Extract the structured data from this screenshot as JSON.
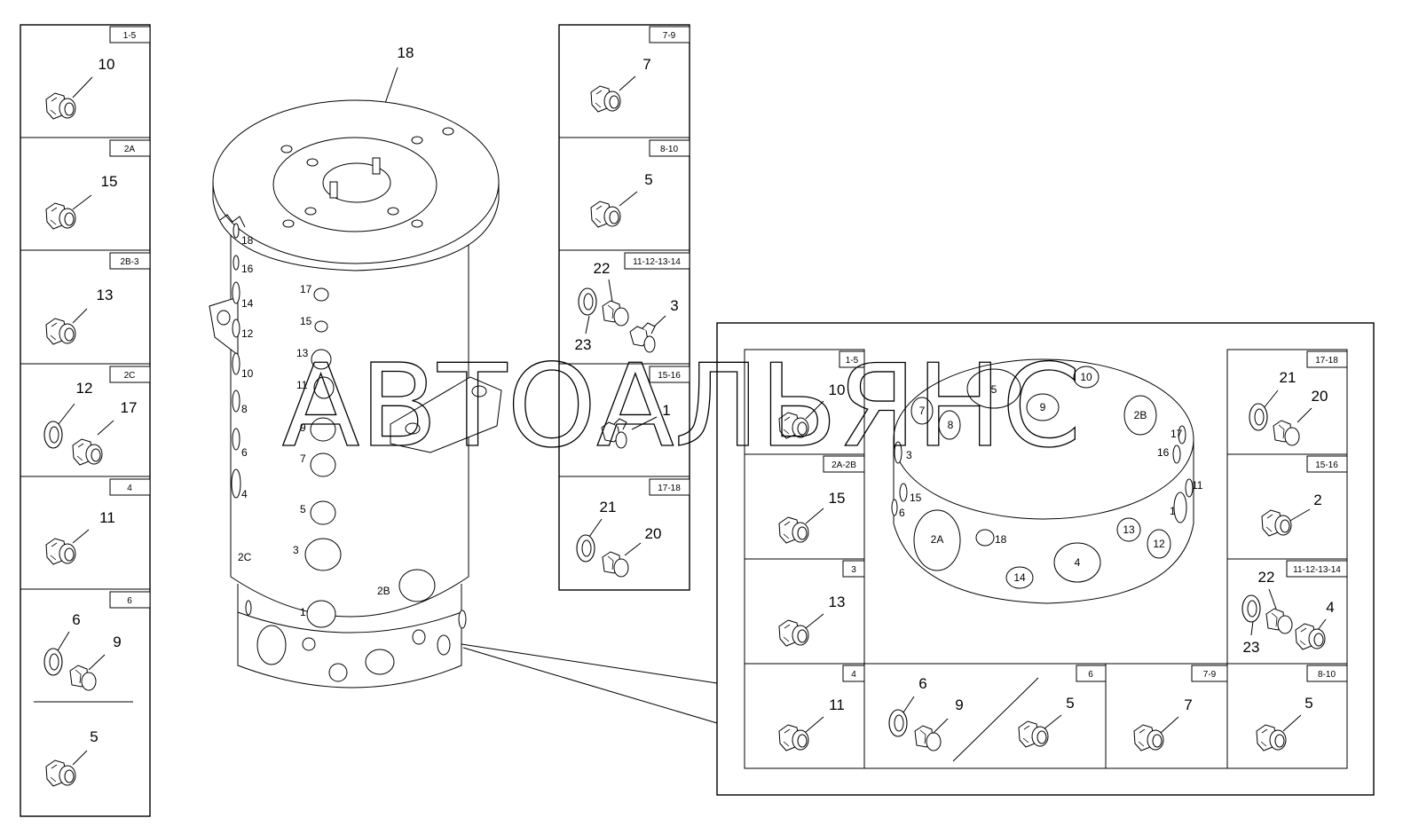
{
  "watermark": "АВТОАЛЬЯНС",
  "left_column": [
    {
      "tag": "1-5",
      "callouts": [
        "10"
      ]
    },
    {
      "tag": "2A",
      "callouts": [
        "15"
      ]
    },
    {
      "tag": "2B-3",
      "callouts": [
        "13"
      ]
    },
    {
      "tag": "2C",
      "callouts": [
        "12",
        "17"
      ]
    },
    {
      "tag": "4",
      "callouts": [
        "11"
      ]
    },
    {
      "tag": "6",
      "callouts": [
        "6",
        "9",
        "5"
      ]
    }
  ],
  "middle_column": [
    {
      "tag": "7-9",
      "callouts": [
        "7"
      ]
    },
    {
      "tag": "8-10",
      "callouts": [
        "5"
      ]
    },
    {
      "tag": "11-12-13-14",
      "callouts": [
        "22",
        "3",
        "23"
      ]
    },
    {
      "tag": "15-16",
      "callouts": [
        "1"
      ]
    },
    {
      "tag": "17-18",
      "callouts": [
        "21",
        "20"
      ]
    }
  ],
  "main_part": {
    "callout": "18",
    "port_labels": [
      "18",
      "16",
      "14",
      "12",
      "10",
      "8",
      "6",
      "4",
      "17",
      "15",
      "13",
      "11",
      "9",
      "7",
      "5",
      "3",
      "1",
      "2C",
      "2B"
    ]
  },
  "detail": {
    "left_column": [
      {
        "tag": "1-5",
        "callouts": [
          "10"
        ]
      },
      {
        "tag": "2A-2B",
        "callouts": [
          "15"
        ]
      },
      {
        "tag": "3",
        "callouts": [
          "13"
        ]
      }
    ],
    "right_column": [
      {
        "tag": "17-18",
        "callouts": [
          "21",
          "20"
        ]
      },
      {
        "tag": "15-16",
        "callouts": [
          "2"
        ]
      },
      {
        "tag": "11-12-13-14",
        "callouts": [
          "22",
          "4",
          "23"
        ]
      }
    ],
    "bottom_row": [
      {
        "tag": "4",
        "callouts": [
          "11"
        ]
      },
      {
        "tag": "6",
        "callouts": [
          "6",
          "9",
          "5"
        ]
      },
      {
        "tag": "7-9",
        "callouts": [
          "7"
        ]
      },
      {
        "tag": "8-10",
        "callouts": [
          "5"
        ]
      }
    ],
    "ring_labels": [
      "5",
      "10",
      "7",
      "8",
      "9",
      "2B",
      "17",
      "16",
      "3",
      "15",
      "6",
      "11",
      "1",
      "2A",
      "18",
      "13",
      "12",
      "4",
      "14"
    ]
  }
}
